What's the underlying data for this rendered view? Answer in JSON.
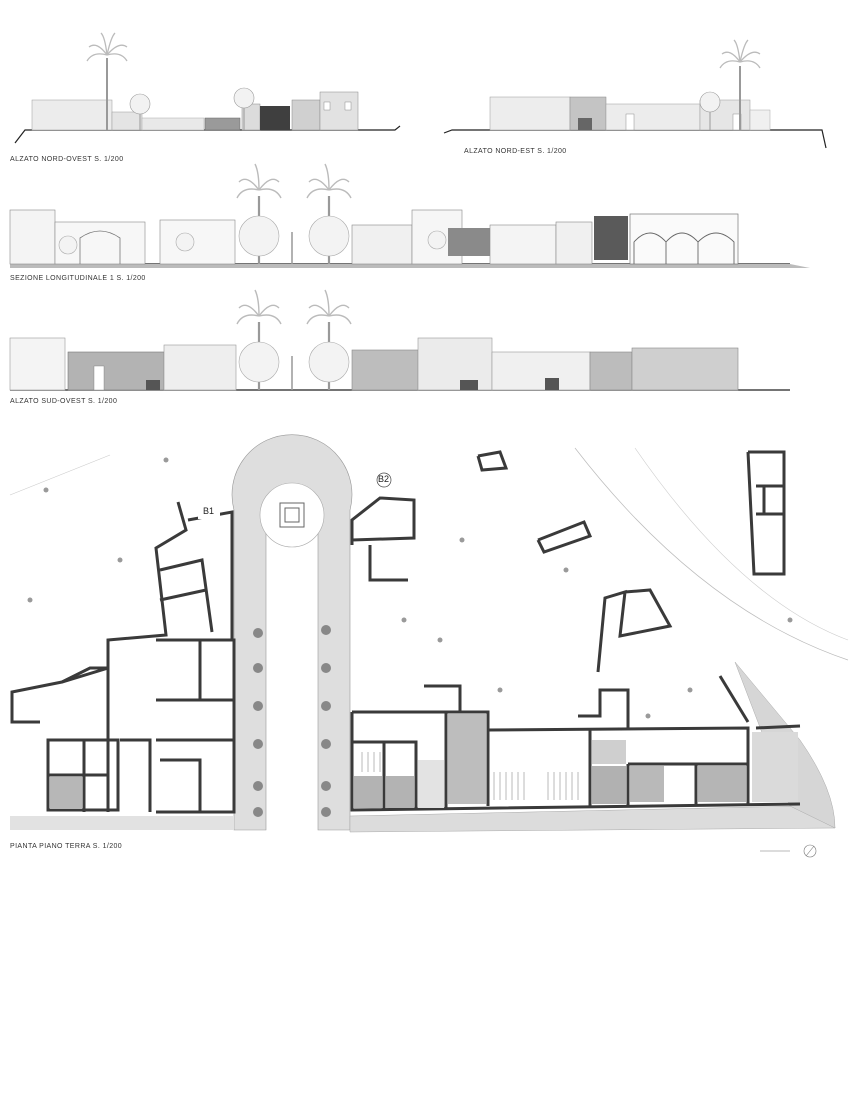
{
  "sheet": {
    "captions": {
      "elev_nw": "ALZATO NORD-OVEST  S. 1/200",
      "elev_ne": "ALZATO NORD-EST  S. 1/200",
      "section_long": "SEZIONE LONGITUDINALE 1  S. 1/200",
      "elev_sw": "ALZATO SUD-OVEST  S. 1/200",
      "plan_ground": "PIANTA PIANO TERRA  S. 1/200"
    },
    "tags": {
      "b1": "B1",
      "b2": "B2"
    }
  },
  "colors": {
    "wall": "#3a3a3a",
    "facade_light": "#e6e6e6",
    "facade_mid": "#bdbdbd",
    "facade_dark": "#555555",
    "street": "#d9d9d9",
    "ground_line": "#222222"
  }
}
